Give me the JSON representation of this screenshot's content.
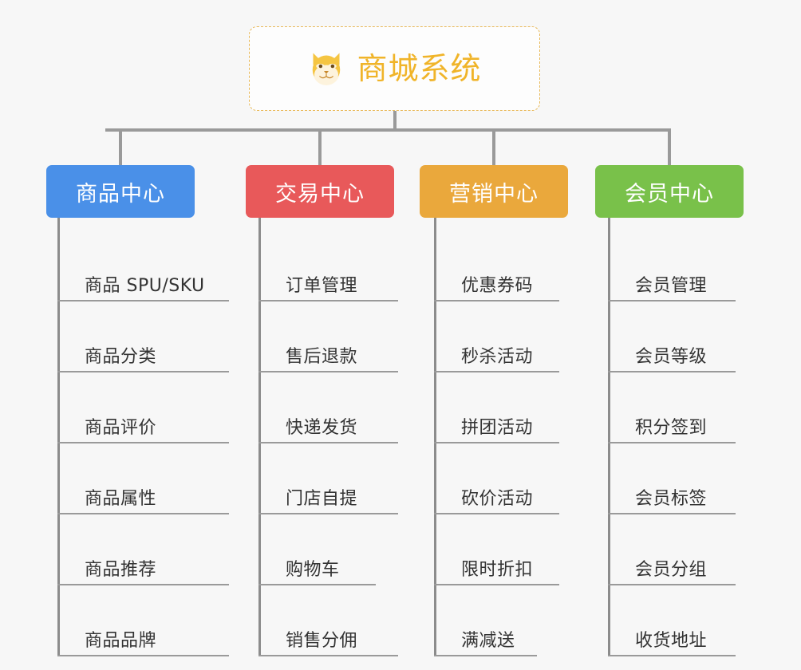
{
  "root": {
    "title": "商城系统",
    "icon": "shiba-dog-icon",
    "title_color": "#f0b429",
    "border_color": "#e8b95a"
  },
  "connector_color": "#9a9a9a",
  "background": "#f7f7f7",
  "branches": [
    {
      "title": "商品中心",
      "color": "#4a90e8",
      "items": [
        "商品 SPU/SKU",
        "商品分类",
        "商品评价",
        "商品属性",
        "商品推荐",
        "商品品牌"
      ]
    },
    {
      "title": "交易中心",
      "color": "#e8595a",
      "items": [
        "订单管理",
        "售后退款",
        "快递发货",
        "门店自提",
        "购物车",
        "销售分佣"
      ]
    },
    {
      "title": "营销中心",
      "color": "#eaa83c",
      "items": [
        "优惠券码",
        "秒杀活动",
        "拼团活动",
        "砍价活动",
        "限时折扣",
        "满减送"
      ]
    },
    {
      "title": "会员中心",
      "color": "#79c14a",
      "items": [
        "会员管理",
        "会员等级",
        "积分签到",
        "会员标签",
        "会员分组",
        "收货地址"
      ]
    }
  ]
}
